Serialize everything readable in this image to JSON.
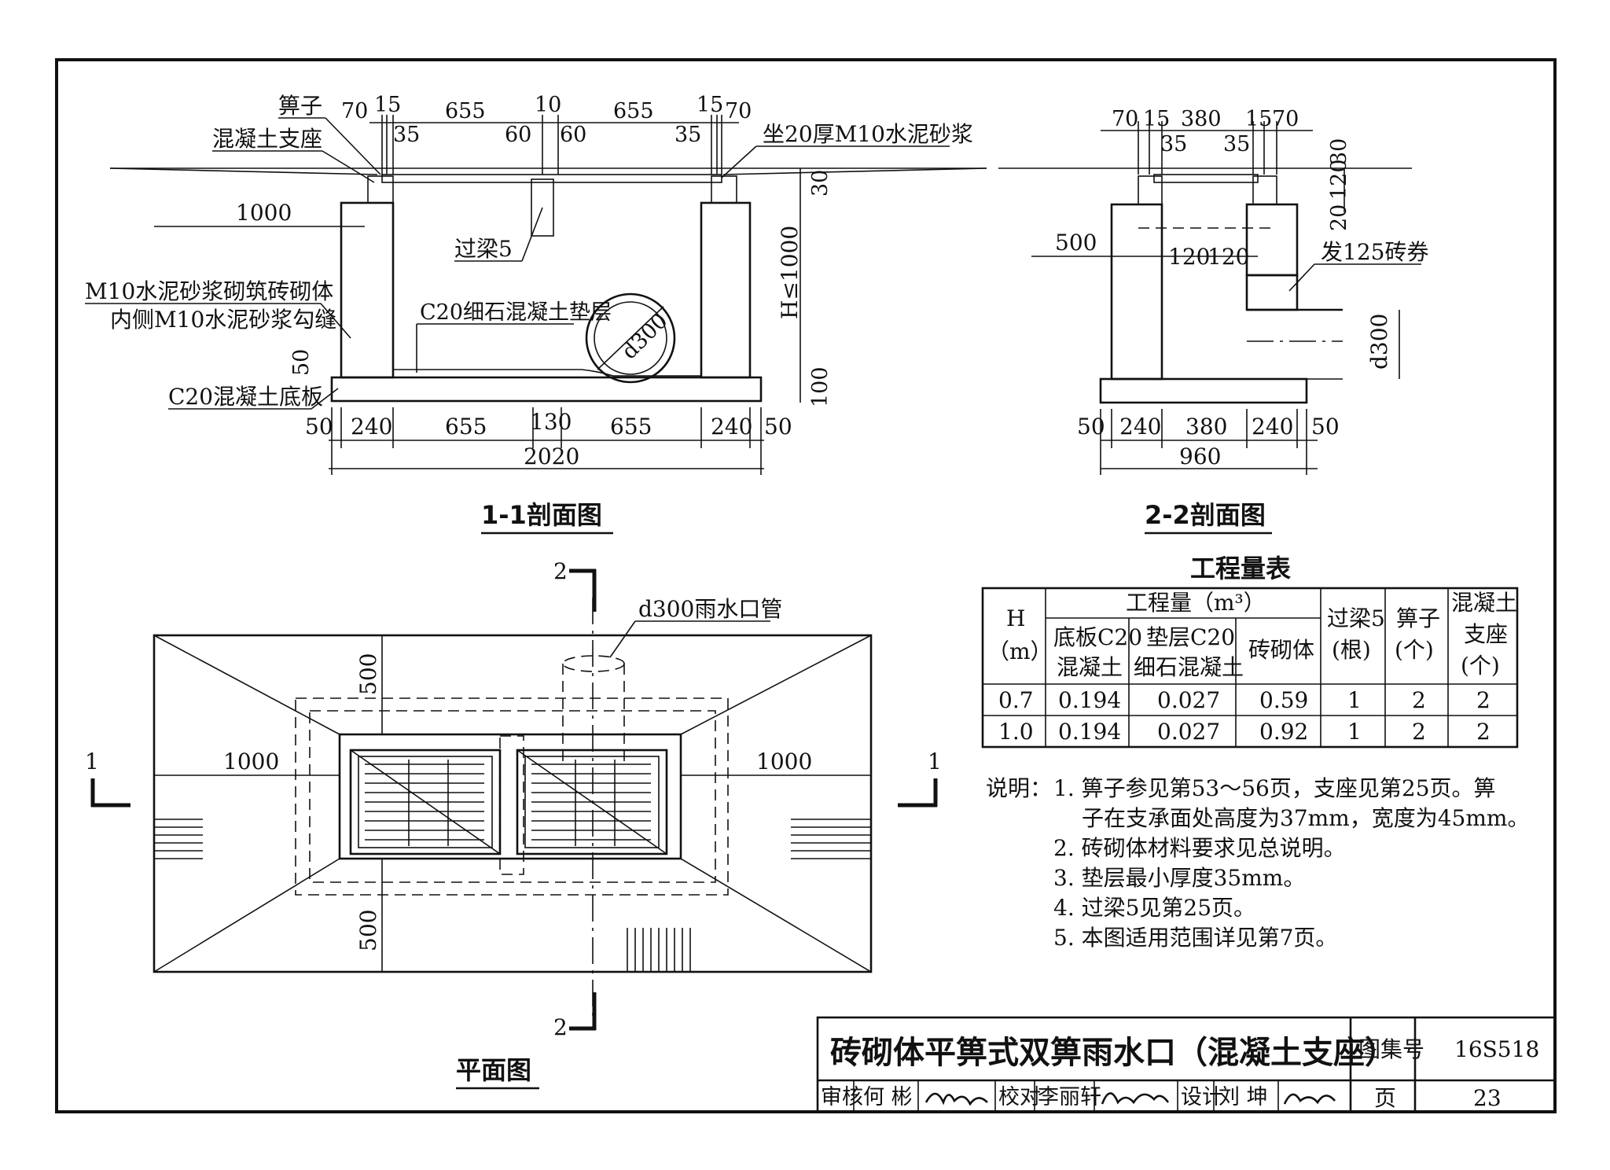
{
  "section_1_1": {
    "title": "1-1剖面图",
    "callouts": {
      "grate": "箅子",
      "concrete_seat": "混凝土支座",
      "mortar_bed": "坐20厚M10水泥砂浆",
      "beam": "过梁5",
      "masonry_line1": "M10水泥砂浆砌筑砖砌体",
      "masonry_line2": "内侧M10水泥砂浆勾缝",
      "cushion": "C20细石混凝土垫层",
      "base_slab": "C20混凝土底板"
    },
    "top_dims": [
      "70",
      "15",
      "35",
      "655",
      "10",
      "60",
      "60",
      "655",
      "35",
      "15",
      "70"
    ],
    "bottom_dims": [
      "50",
      "240",
      "655",
      "130",
      "655",
      "240",
      "50"
    ],
    "total_width": "2020",
    "left_extent": "1000",
    "right_dims": [
      "30",
      "H≤1000",
      "100"
    ],
    "left_dim": "50",
    "pipe": "d300"
  },
  "section_2_2": {
    "title": "2-2剖面图",
    "callouts": {
      "brick_arch": "发125砖券"
    },
    "top_dims": [
      "70",
      "15",
      "380",
      "15",
      "70",
      "35",
      "35"
    ],
    "right_dims": [
      "30",
      "120",
      "20"
    ],
    "inner_dims": [
      "120",
      "120"
    ],
    "left_extent": "500",
    "pipe": "d300",
    "bottom_dims": [
      "50",
      "240",
      "380",
      "240",
      "50"
    ],
    "total_width": "960"
  },
  "plan": {
    "title": "平面图",
    "pipe_label": "d300雨水口管",
    "cut_1": "1",
    "cut_2": "2",
    "dim_left": "1000",
    "dim_right": "1000",
    "dim_top": "500",
    "dim_bottom": "500"
  },
  "quantities": {
    "title": "工程量表",
    "header_H": "H",
    "header_H_unit": "（m）",
    "header_group": "工程量（m³）",
    "sub_slab": [
      "底板C20",
      "混凝土"
    ],
    "sub_cushion": [
      "垫层C20",
      "细石混凝土"
    ],
    "sub_brick": "砖砌体",
    "col_beam": [
      "过梁5",
      "(根)"
    ],
    "col_grate": [
      "箅子",
      "(个)"
    ],
    "col_seat": [
      "混凝土",
      "支座",
      "(个)"
    ],
    "rows": [
      [
        "0.7",
        "0.194",
        "0.027",
        "0.59",
        "1",
        "2",
        "2"
      ],
      [
        "1.0",
        "0.194",
        "0.027",
        "0.92",
        "1",
        "2",
        "2"
      ]
    ]
  },
  "notes": {
    "label": "说明：",
    "items": [
      "1.  箅子参见第53～56页，支座见第25页。箅",
      "子在支承面处高度为37mm，宽度为45mm。",
      "2.  砖砌体材料要求见总说明。",
      "3.  垫层最小厚度35mm。",
      "4.  过梁5见第25页。",
      "5.  本图适用范围详见第7页。"
    ]
  },
  "title_block": {
    "drawing_title": "砖砌体平箅式双箅雨水口（混凝土支座）",
    "atlas_label": "图集号",
    "atlas_no": "16S518",
    "page_label": "页",
    "page_no": "23",
    "review_label": "审核",
    "reviewer": "何  彬",
    "check_label": "校对",
    "checker": "李丽轩",
    "design_label": "设计",
    "designer": "刘  坤"
  }
}
